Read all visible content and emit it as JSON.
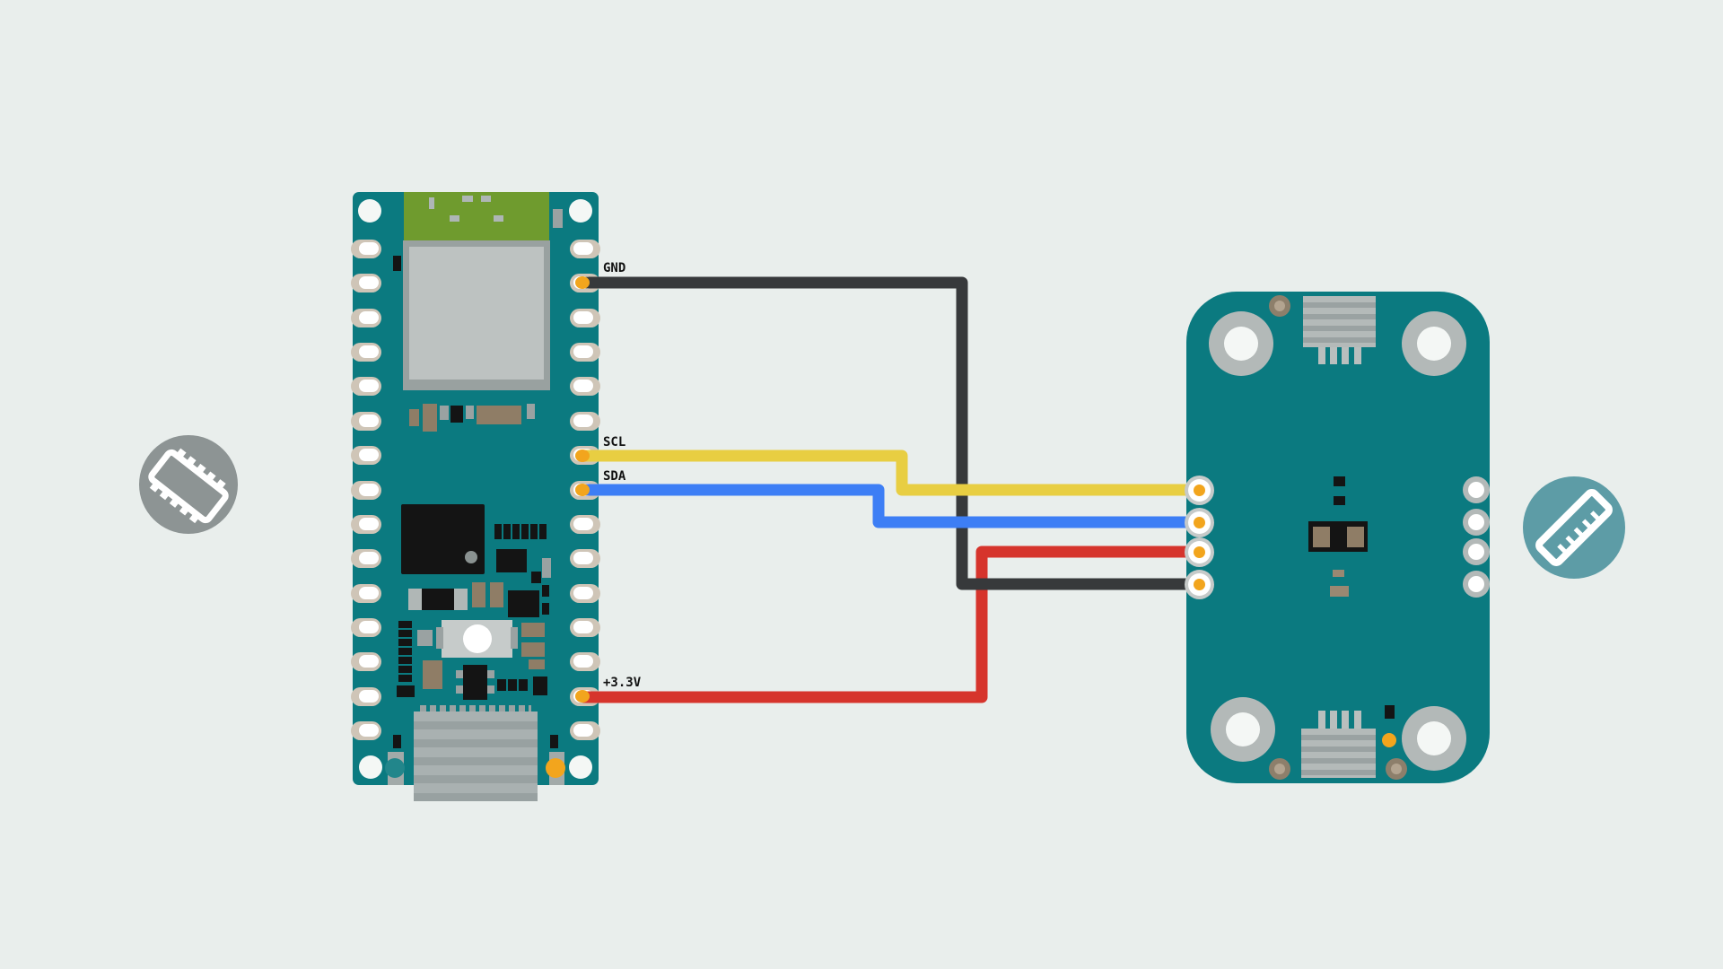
{
  "colors": {
    "bg": "#e9eeec",
    "teal": "#0b7a80",
    "teal_light": "#22868b",
    "green": "#6f9b2e",
    "shield_border": "#99a1a0",
    "shield_fill": "#bdc2c1",
    "pad_tan": "#cfc5b7",
    "pad_hole": "#ffffff",
    "orange": "#f2a51d",
    "ring_grey": "#b3b9b8",
    "hole_white": "#f4f7f5",
    "brown": "#8f7d66",
    "brown_light": "#9a8872",
    "part_grey": "#9aa2a2",
    "part_black": "#141414",
    "wire_black": "#37393b",
    "wire_yellow": "#e8ce42",
    "wire_blue": "#3d7ef5",
    "wire_red": "#d6342c",
    "icon_grey": "#8d9494",
    "icon_teal": "#5d9ca6",
    "label_color": "#111111"
  },
  "boards": {
    "arduino": {
      "type": "Arduino Nano 33 BLE style microcontroller board",
      "pads_per_side": 15
    },
    "sensor": {
      "type": "teal sensor breakout board",
      "left_pins": 4,
      "right_pads": 4,
      "mounting_holes": 4
    }
  },
  "wires": [
    {
      "label": "GND",
      "color": "#37393b",
      "from_pin": "GND",
      "to": "sensor pin 4"
    },
    {
      "label": "SCL",
      "color": "#e8ce42",
      "from_pin": "SCL",
      "to": "sensor pin 1"
    },
    {
      "label": "SDA",
      "color": "#3d7ef5",
      "from_pin": "SDA",
      "to": "sensor pin 2"
    },
    {
      "label": "+3.3V",
      "color": "#d6342c",
      "from_pin": "+3.3V",
      "to": "sensor pin 3"
    }
  ],
  "icons": {
    "left": "chip-icon",
    "right": "ruler-icon"
  }
}
